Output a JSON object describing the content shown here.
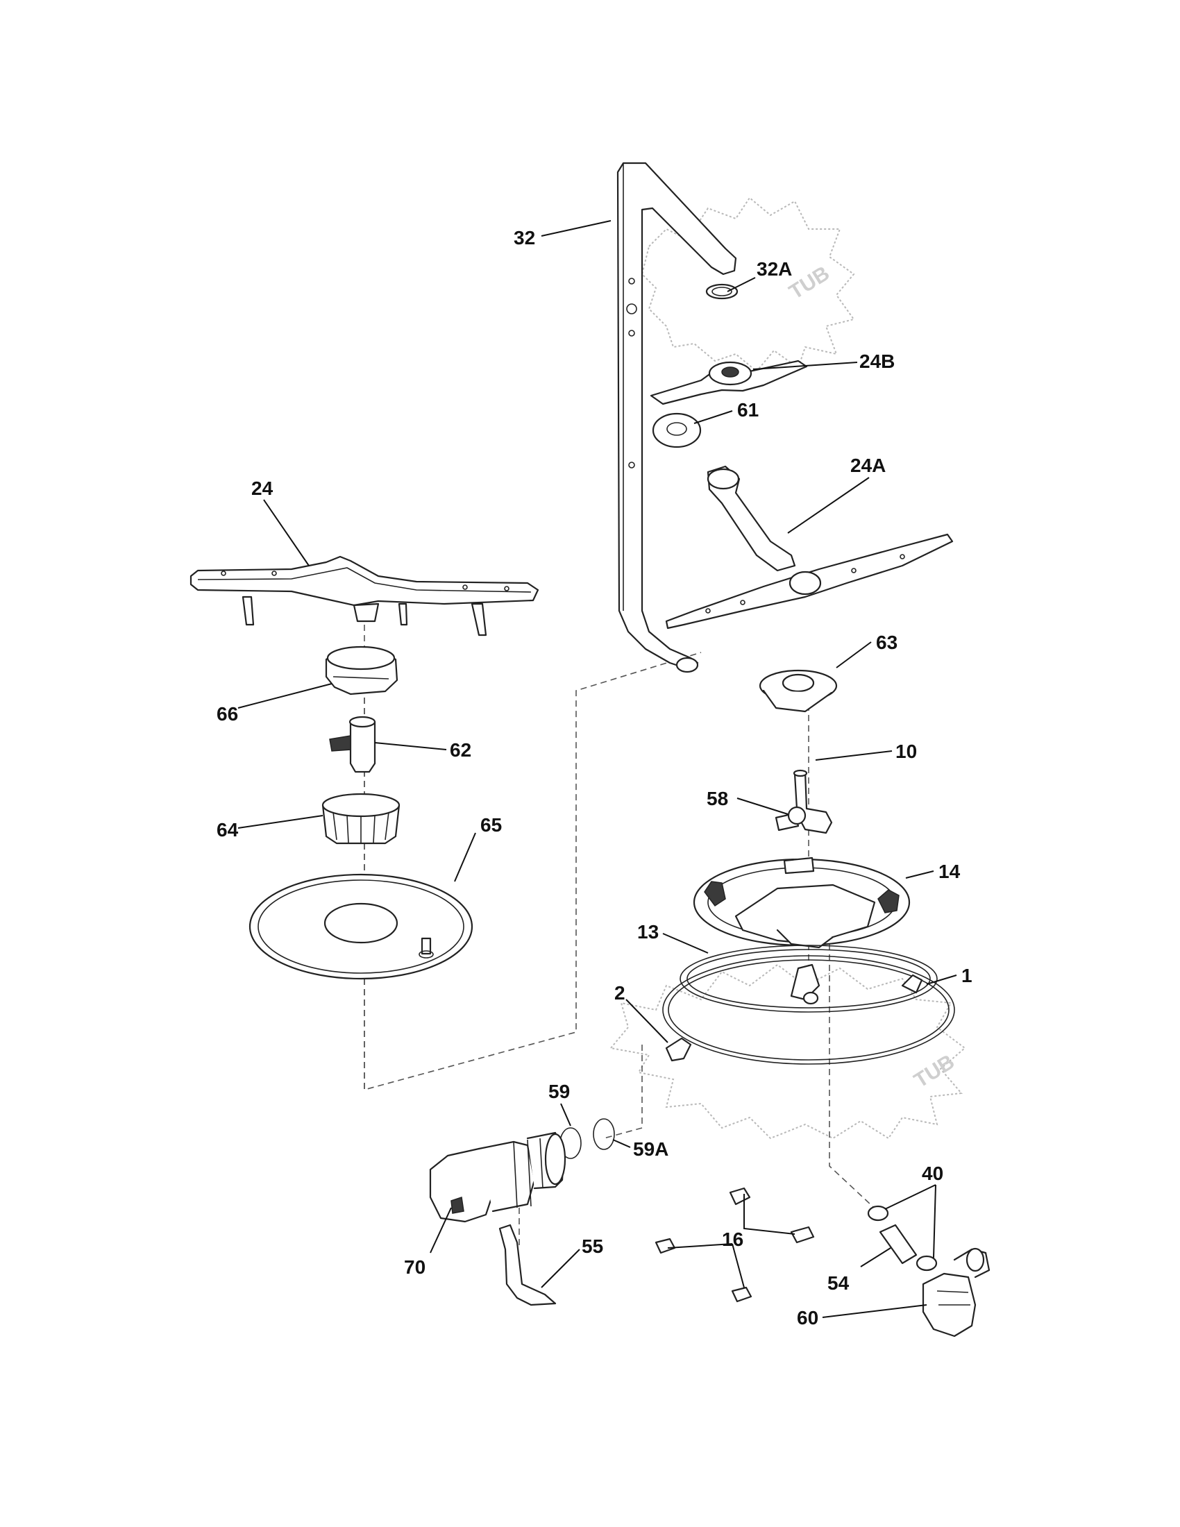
{
  "tub_labels": [
    "TUB",
    "TUB"
  ],
  "callouts": {
    "p32": "32",
    "p32a": "32A",
    "p24b": "24B",
    "p61": "61",
    "p24a": "24A",
    "p24": "24",
    "p63": "63",
    "p66": "66",
    "p62": "62",
    "p10": "10",
    "p58": "58",
    "p64": "64",
    "p65": "65",
    "p14": "14",
    "p13": "13",
    "p1": "1",
    "p2": "2",
    "p59": "59",
    "p59a": "59A",
    "p40": "40",
    "p70": "70",
    "p55": "55",
    "p16": "16",
    "p54": "54",
    "p60": "60"
  }
}
